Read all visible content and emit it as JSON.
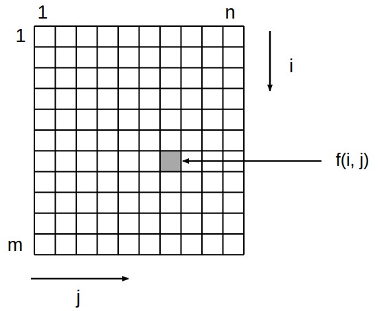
{
  "diagram": {
    "labels": [
      "1",
      "n",
      "1",
      "m",
      "i",
      "f(i, j)",
      "j"
    ]
  }
}
